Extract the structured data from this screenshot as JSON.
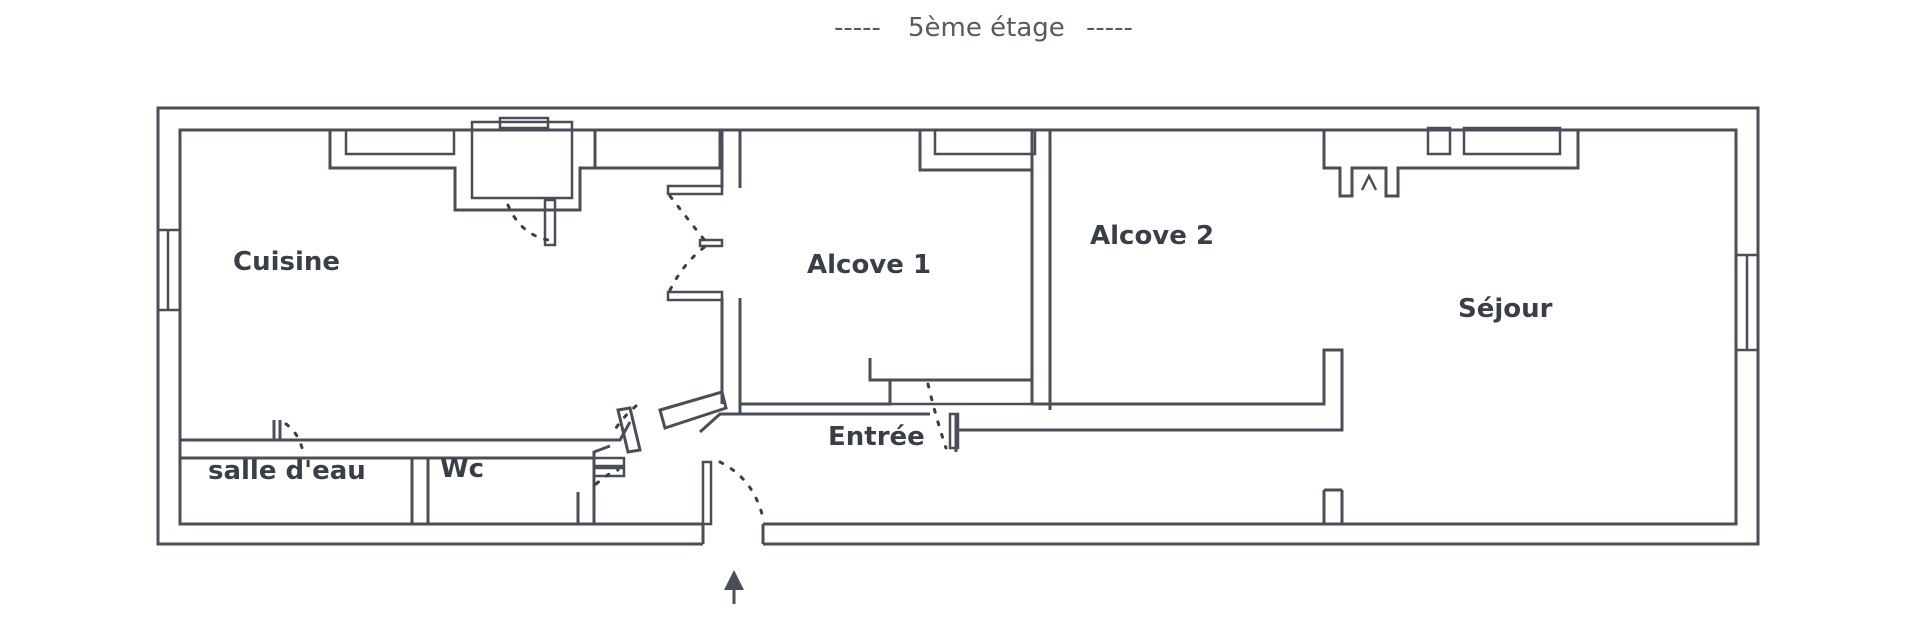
{
  "header": {
    "dash_left": "-----",
    "floor_label": "5ème étage",
    "dash_right": "-----"
  },
  "rooms": {
    "cuisine": "Cuisine",
    "alcove1": "Alcove 1",
    "alcove2": "Alcove  2",
    "sejour": "Séjour",
    "entree": "Entrée",
    "salle_eau": "salle d'eau",
    "wc": "Wc"
  },
  "colors": {
    "wall": "#4a4f57",
    "text": "#3a3f47",
    "background": "#ffffff"
  },
  "icons": {
    "entrance_arrow": "arrow-up-icon"
  }
}
